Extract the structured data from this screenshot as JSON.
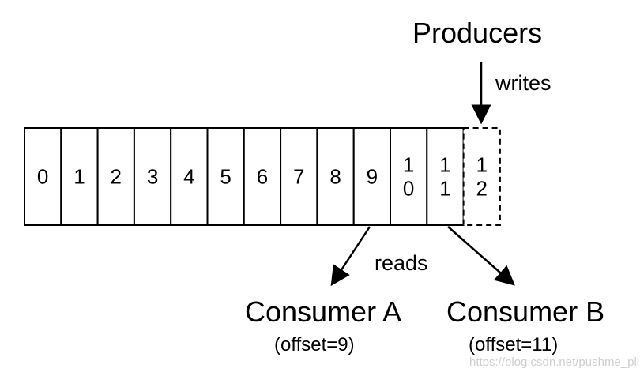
{
  "producers": {
    "title": "Producers",
    "action": "writes"
  },
  "log": {
    "cells": [
      {
        "lines": [
          "0"
        ],
        "state": "written"
      },
      {
        "lines": [
          "1"
        ],
        "state": "written"
      },
      {
        "lines": [
          "2"
        ],
        "state": "written"
      },
      {
        "lines": [
          "3"
        ],
        "state": "written"
      },
      {
        "lines": [
          "4"
        ],
        "state": "written"
      },
      {
        "lines": [
          "5"
        ],
        "state": "written"
      },
      {
        "lines": [
          "6"
        ],
        "state": "written"
      },
      {
        "lines": [
          "7"
        ],
        "state": "written"
      },
      {
        "lines": [
          "8"
        ],
        "state": "written"
      },
      {
        "lines": [
          "9"
        ],
        "state": "written"
      },
      {
        "lines": [
          "1",
          "0"
        ],
        "state": "written"
      },
      {
        "lines": [
          "1",
          "1"
        ],
        "state": "written"
      },
      {
        "lines": [
          "1",
          "2"
        ],
        "state": "pending"
      }
    ]
  },
  "consumers": {
    "action": "reads",
    "a": {
      "name": "Consumer A",
      "offset_label": "(offset=9)",
      "offset": 9
    },
    "b": {
      "name": "Consumer B",
      "offset_label": "(offset=11)",
      "offset": 11
    }
  },
  "watermark": "https://blog.csdn.net/pushme_pli"
}
